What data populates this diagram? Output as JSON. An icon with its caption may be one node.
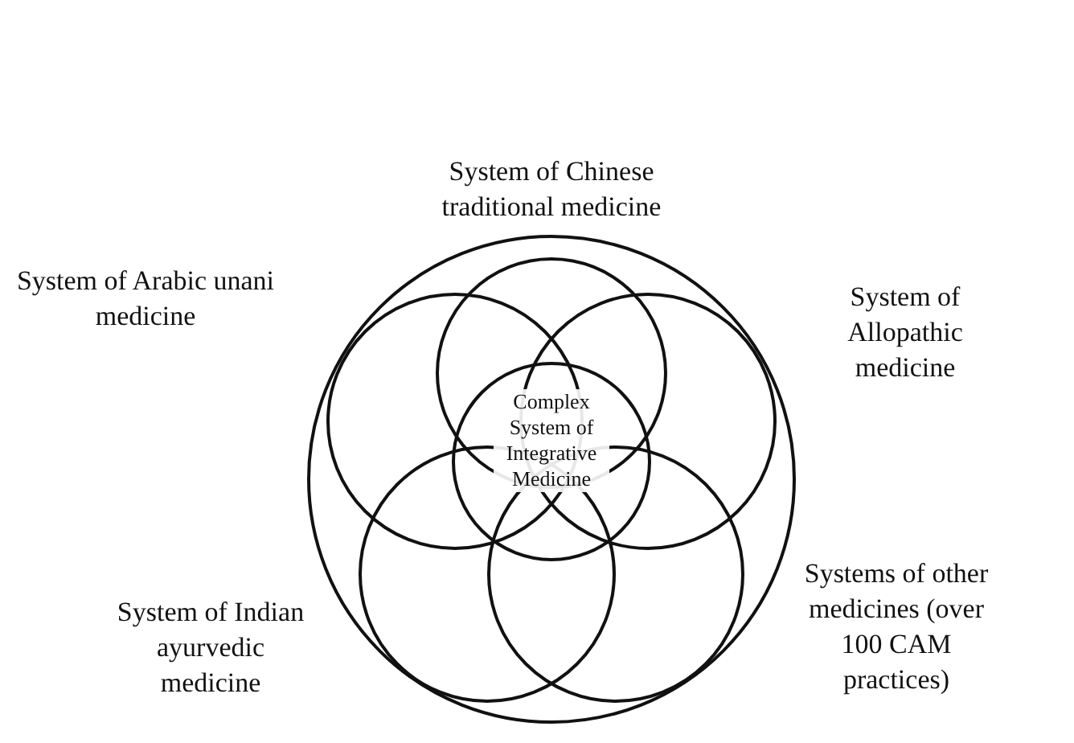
{
  "diagram": {
    "nodes": [
      {
        "text": [],
        "shape": "circle"
      },
      {
        "text": [
          "System of Chinese traditional medicine"
        ],
        "in": 0
      },
      {
        "text": [
          "System of Arabic unani medicine"
        ],
        "in": 0
      },
      {
        "text": [
          "System of Allopathic medicine"
        ],
        "in": 0
      },
      {
        "text": [
          "Complex System of Integrative Medicine"
        ],
        "in": 0
      },
      {
        "text": [
          "System of Indian ayurvedic medicine"
        ],
        "in": 0
      },
      {
        "text": [
          "Systems of other medicines (over 100 CAM practices)"
        ],
        "in": 0
      }
    ]
  }
}
